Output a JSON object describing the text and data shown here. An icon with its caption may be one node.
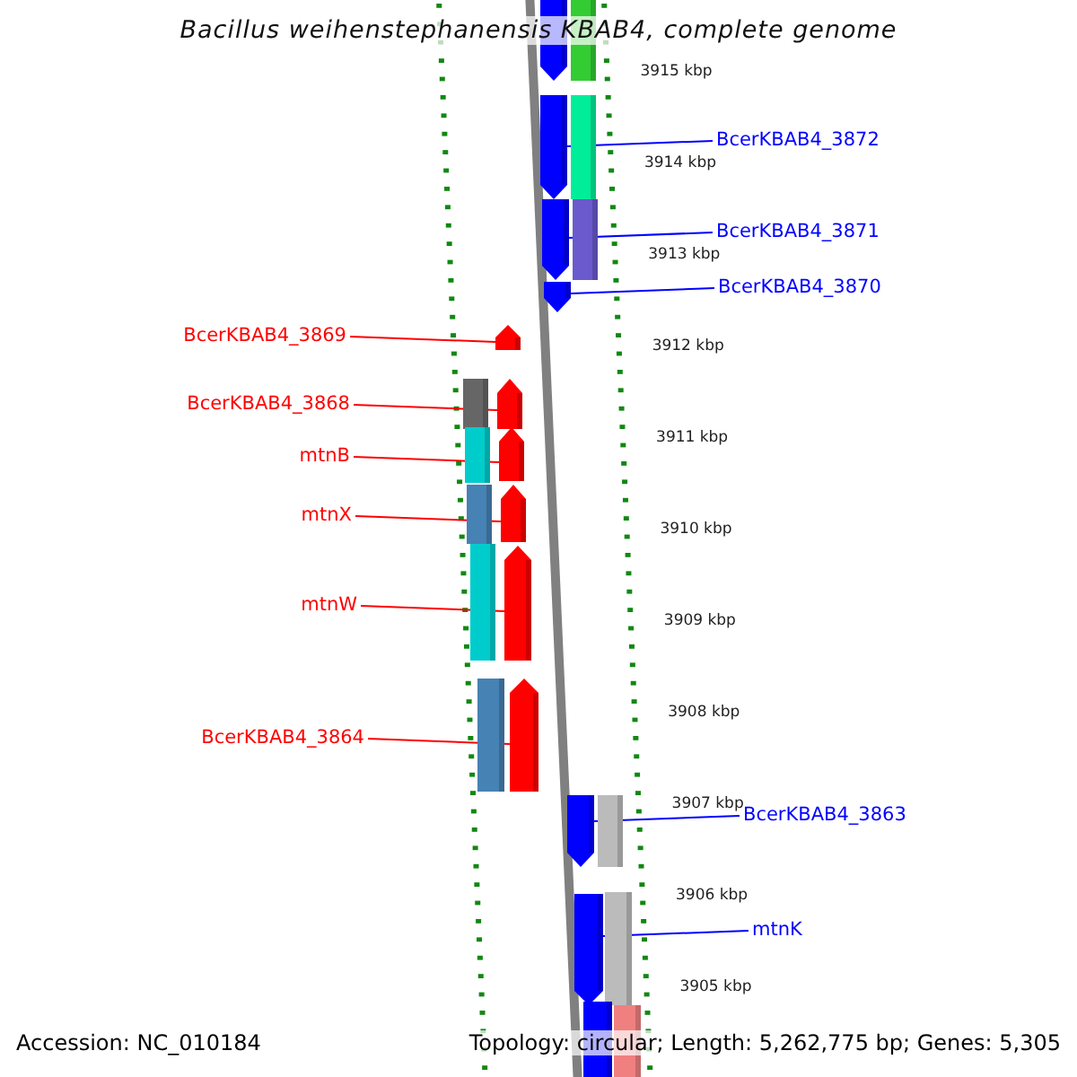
{
  "diagram": {
    "title": "Bacillus weihenstephanensis KBAB4, complete genome",
    "nodes": [
      {
        "text": [],
        "shape": "arrow"
      },
      {
        "text": [
          "BcerKBAB4_3872"
        ]
      },
      {
        "text": [],
        "shape": "arrow"
      },
      {
        "text": [
          "BcerKBAB4_3871"
        ]
      },
      {
        "text": [],
        "shape": "arrow"
      },
      {
        "text": [
          "BcerKBAB4_3870"
        ]
      },
      {
        "text": [],
        "shape": "arrow"
      },
      {
        "text": [
          "BcerKBAB4_3869"
        ]
      },
      {
        "text": [],
        "shape": "arrow"
      },
      {
        "text": [
          "BcerKBAB4_3868"
        ]
      },
      {
        "text": [],
        "shape": "arrow"
      },
      {
        "text": [
          "mtnB"
        ]
      },
      {
        "text": [],
        "shape": "arrow"
      },
      {
        "text": [
          "mtnX"
        ]
      },
      {
        "text": [],
        "shape": "arrow"
      },
      {
        "text": [
          "mtnW"
        ]
      },
      {
        "text": [],
        "shape": "arrow"
      },
      {
        "text": [
          "BcerKBAB4_3864"
        ]
      },
      {
        "text": [],
        "shape": "arrow"
      },
      {
        "text": [
          "BcerKBAB4_3863"
        ]
      },
      {
        "text": [],
        "shape": "arrow"
      },
      {
        "text": [
          "mtnK"
        ]
      },
      {
        "text": [],
        "shape": "arrow"
      },
      {
        "text": [],
        "shape": "arrow"
      }
    ],
    "edges": [
      {
        "from": 1,
        "to": 2,
        "arrow": "none",
        "color": "#0000ff"
      },
      {
        "from": 3,
        "to": 4,
        "arrow": "none",
        "color": "#0000ff"
      },
      {
        "from": 5,
        "to": 6,
        "arrow": "none",
        "color": "#0000ff"
      },
      {
        "from": 7,
        "to": 8,
        "arrow": "none"
      },
      {
        "from": 9,
        "to": 10,
        "arrow": "none"
      },
      {
        "from": 11,
        "to": 12,
        "arrow": "none"
      },
      {
        "from": 13,
        "to": 14,
        "arrow": "none"
      },
      {
        "from": 15,
        "to": 16,
        "arrow": "none"
      },
      {
        "from": 17,
        "to": 18,
        "arrow": "none"
      },
      {
        "from": 19,
        "to": 20,
        "arrow": "none",
        "color": "#0000ff"
      },
      {
        "from": 21,
        "to": 22,
        "arrow": "none",
        "color": "#0000ff"
      }
    ],
    "labels": [
      "3915 kbp",
      "3914 kbp",
      "3913 kbp",
      "3912 kbp",
      "3911 kbp",
      "3910 kbp",
      "3909 kbp",
      "3908 kbp",
      "3907 kbp",
      "3906 kbp",
      "3905 kbp",
      "Accession: NC_010184",
      "Topology: circular; Length: 5,262,775 bp; Genes: 5,305"
    ]
  }
}
